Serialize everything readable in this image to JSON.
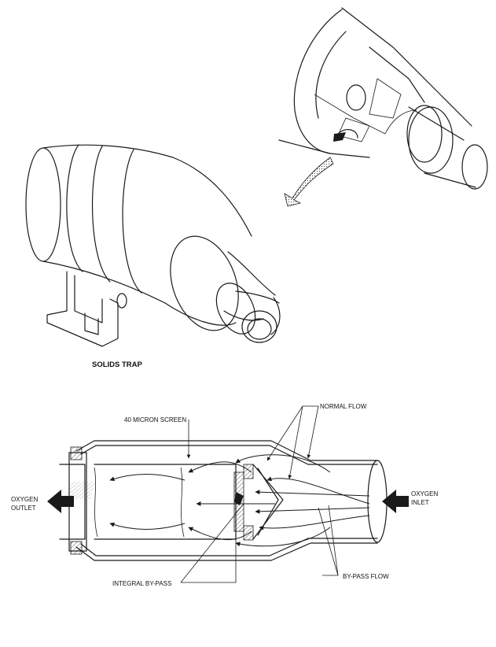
{
  "labels": {
    "solids_trap": "SOLIDS TRAP",
    "normal_flow": "NORMAL FLOW",
    "micron_screen": "40 MICRON SCREEN",
    "oxygen_outlet_1": "OXYGEN",
    "oxygen_outlet_2": "OUTLET",
    "oxygen_inlet_1": "OXYGEN",
    "oxygen_inlet_2": "INLET",
    "integral_bypass": "INTEGRAL BY-PASS",
    "bypass_flow": "BY-PASS FLOW"
  }
}
